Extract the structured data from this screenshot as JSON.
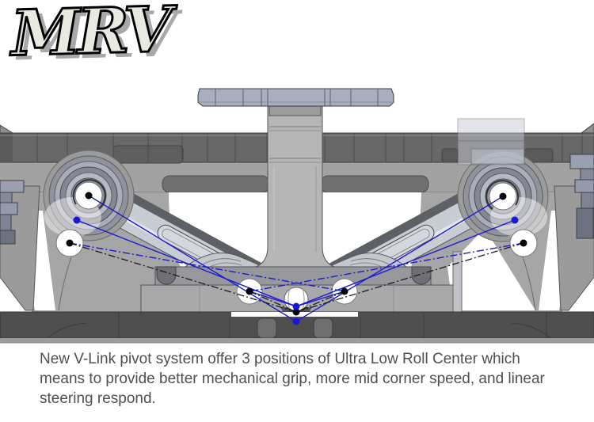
{
  "logo": {
    "text": "MRV"
  },
  "caption": {
    "lines": [
      "New V-Link pivot system offer 3 positions of Ultra Low Roll Center which",
      "means to provide better mechanical grip, more mid corner speed, and linear",
      "steering respond."
    ]
  },
  "diagram": {
    "name": "v-link-pivot-front-view-cad",
    "subject": "V-Link pivot system",
    "positions_count": "3",
    "feature": "Ultra Low Roll Center"
  },
  "colors": {
    "link_line_blue": "#1b1bd0",
    "link_line_black": "#1a1a1a",
    "marker_blue": "#1717d6",
    "marker_black": "#000000",
    "body_gray": "#a6a6a6",
    "dark_bar": "#686868",
    "bottom_plate": "#4f4f4f",
    "top_plate": "#a9aec0",
    "arm_gray": "#c8ccd3",
    "caption_text": "#4f4f4f",
    "logo_fill": "#e9e9e1",
    "logo_shadow": "#a8a8a8"
  }
}
